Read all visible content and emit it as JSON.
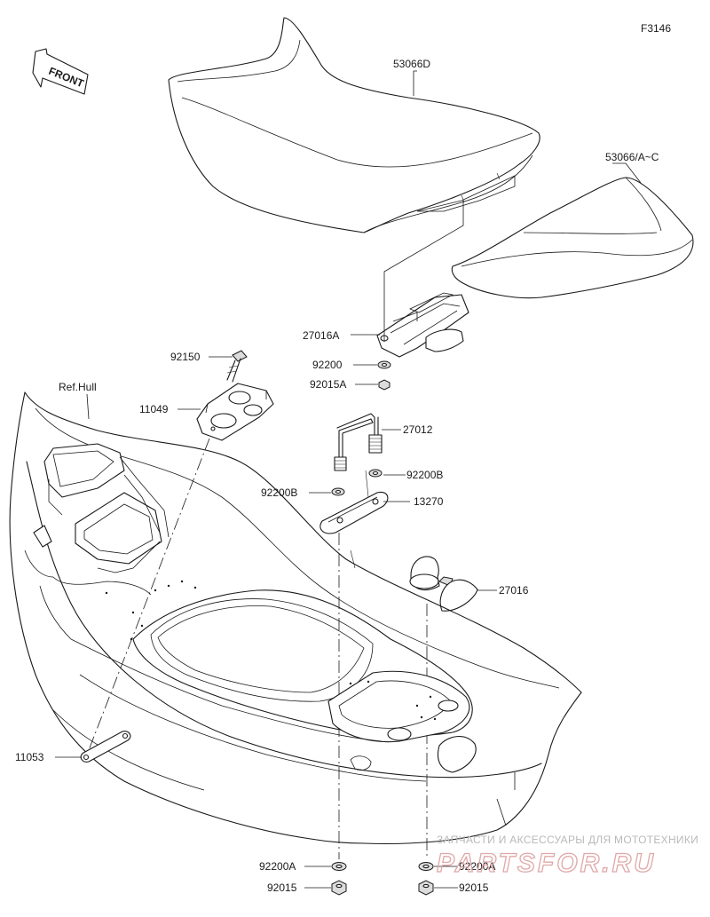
{
  "figure_id": "F3146",
  "front_label": "FRONT",
  "labels": {
    "seat_front": "53066D",
    "seat_rear": "53066/A~C",
    "latch": "27016A",
    "washer_latch": "92200",
    "nut_latch": "92015A",
    "bolt": "92150",
    "bracket": "11049",
    "ref_hull": "Ref.Hull",
    "u_bolt": "27012",
    "washer_right": "92200B",
    "washer_left": "92200B",
    "plate": "13270",
    "hook": "27016",
    "strap": "11053",
    "washer_bottom_left": "92200A",
    "washer_bottom_right": "92200A",
    "nut_bottom_left": "92015",
    "nut_bottom_right": "92015"
  },
  "watermark": {
    "line1": "ЗАПЧАСТИ И АКСЕССУАРЫ ДЛЯ МОТОТЕХНИКИ",
    "line2": "PARTSFOR.RU"
  }
}
